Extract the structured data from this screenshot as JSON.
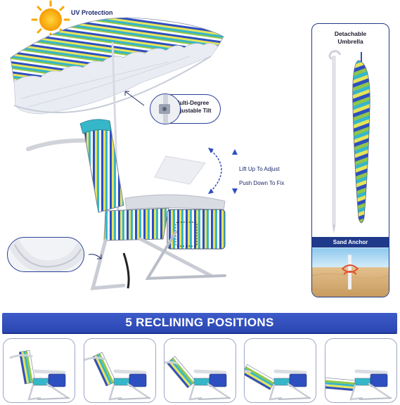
{
  "hero": {
    "uv_label": "UV Protection",
    "tilt_label_line1": "Multi-Degree",
    "tilt_label_line2": "Adjustable Tilt",
    "adjust_line1": "Lift Up To Adjust",
    "adjust_line2": "Push Down To Fix"
  },
  "side_panel": {
    "title_line1": "Detachable",
    "title_line2": "Umbrella",
    "anchor_label": "Sand Anchor"
  },
  "banner": {
    "text": "5 RECLINING POSITIONS"
  },
  "positions": {
    "count": 5,
    "recline_angles_deg": [
      10,
      25,
      40,
      60,
      85
    ]
  },
  "colors": {
    "navy": "#1f3a8a",
    "royal_blue": "#2e4fbf",
    "stripe_yellow": "#e7e45a",
    "stripe_teal": "#36b6c9",
    "stripe_lime": "#8fc64a",
    "frame_silver": "#c9ccd4"
  }
}
